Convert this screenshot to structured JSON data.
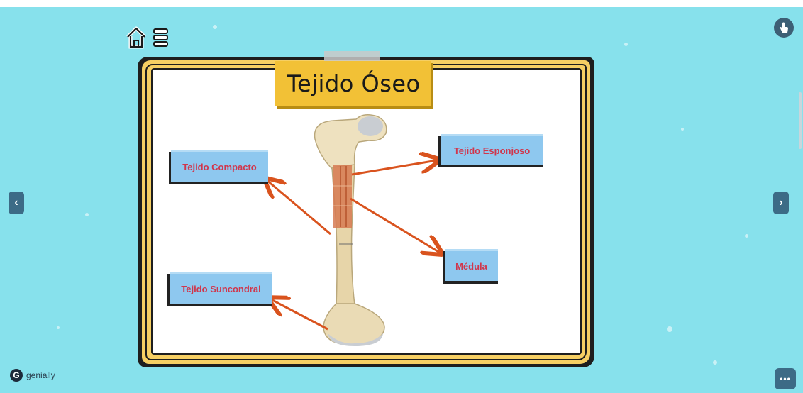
{
  "slide": {
    "title": "Tejido Óseo",
    "labels": {
      "compacto": "Tejido Compacto",
      "esponjoso": "Tejido Esponjoso",
      "medula": "Médula",
      "subcondral": "Tejido Suncondral"
    }
  },
  "toolbar": {
    "home_icon": "home-icon",
    "menu_icon": "hamburger-menu-icon",
    "hand_icon": "hand-pointer-icon",
    "prev_label": "‹",
    "next_label": "›",
    "more_label": "•••"
  },
  "branding": {
    "logo_letter": "G",
    "name": "genially"
  },
  "colors": {
    "background": "#87e1ec",
    "frame_yellow": "#f6cf63",
    "title_card": "#f2c136",
    "label_box": "#8ec8ef",
    "label_text": "#d0364c",
    "arrow": "#d9531e",
    "nav_button": "#3c6b86"
  }
}
